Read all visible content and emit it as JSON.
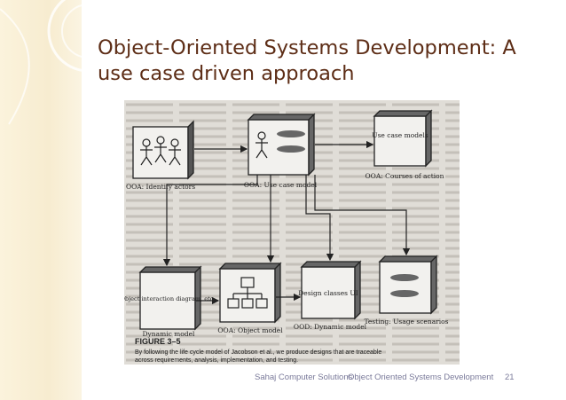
{
  "slide": {
    "title_line1": "Object-Oriented Systems Development: A",
    "title_line2": "use case driven approach"
  },
  "figure": {
    "label": "FIGURE 3–5",
    "caption_line1": "By following the life cycle model of Jacobson et al., we produce designs that are traceable",
    "caption_line2": "across requirements, analysis, implementation, and testing.",
    "boxes": {
      "identify_actors": "OOA: Identify actors",
      "use_case_model": "OOA: Use case model",
      "use_case_models": "Use case models",
      "courses_of_action": "OOA: Courses of action",
      "object_interaction": "Object interaction diagram, etc.",
      "dynamic_model": "Dynamic model",
      "object_model": "OOA: Object model",
      "design_classes": "Design classes UI",
      "ood_dynamic_model": "OOD: Dynamic model",
      "testing_usage": "Testing: Usage scenarios"
    }
  },
  "footer": {
    "left": "Sahaj Computer Solutions",
    "center": "Object Oriented Systems Development",
    "page": "21"
  }
}
